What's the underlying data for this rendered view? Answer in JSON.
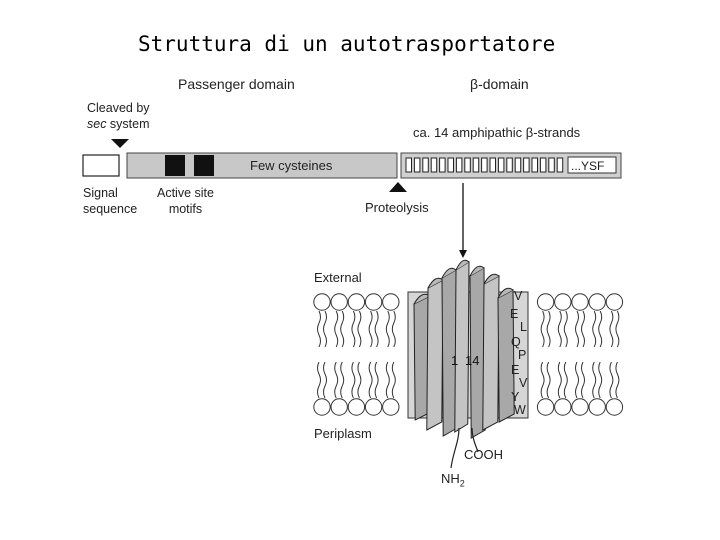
{
  "title": "Struttura di un autotrasportatore",
  "domain_labels": {
    "passenger": "Passenger domain",
    "beta_prefix": "β",
    "beta_suffix": "-domain"
  },
  "cleaved": {
    "line1": "Cleaved by",
    "line2_italic": "sec",
    "line2_rest": " system"
  },
  "strands_label": {
    "prefix": "ca. 14 amphipathic ",
    "beta": "β",
    "suffix": "-strands"
  },
  "bar": {
    "passenger_text": "Few cysteines",
    "beta_end_text": "...YSF"
  },
  "signal_label": {
    "line1": "Signal",
    "line2": "sequence"
  },
  "motifs_label": {
    "line1": "Active site",
    "line2": "motifs"
  },
  "proteolysis_label": "Proteolysis",
  "membrane": {
    "external": "External",
    "periplasm": "Periplasm",
    "strand_first": "1",
    "strand_last": "14",
    "cooh": "COOH",
    "nh2_main": "NH",
    "nh2_sub": "2",
    "residues_col1": [
      "V",
      "E",
      "L",
      "Q",
      "P",
      "E",
      "V",
      "Y",
      "W"
    ]
  },
  "colors": {
    "bar_gray": "#c8c8c8",
    "barrel_gray": "#b4b4b4",
    "barrel_back": "#d6d6d6",
    "outline": "#333333"
  }
}
